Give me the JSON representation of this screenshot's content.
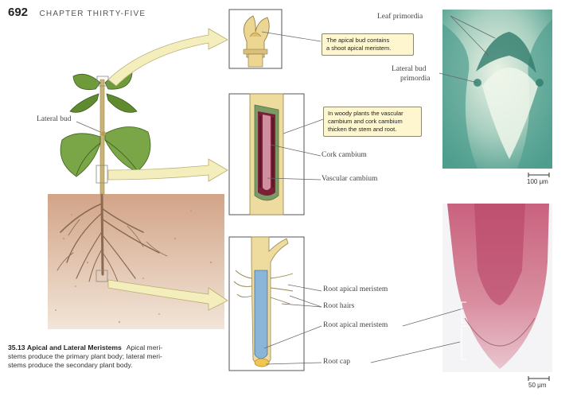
{
  "header": {
    "page_number": "692",
    "chapter": "CHAPTER THIRTY-FIVE"
  },
  "labels": {
    "lateral_bud": "Lateral bud",
    "leaf_primordia": "Leaf primordia",
    "lateral_bud_primordia_1": "Lateral bud",
    "lateral_bud_primordia_2": "primordia",
    "cork_cambium": "Cork cambium",
    "vascular_cambium": "Vascular cambium",
    "root_apical_meristem_top": "Root apical meristem",
    "root_hairs": "Root hairs",
    "root_apical_meristem_mid": "Root apical meristem",
    "root_cap": "Root cap"
  },
  "callouts": {
    "apical_1": "The apical bud contains",
    "apical_2": "a shoot apical meristem.",
    "woody_1": "In woody plants the vascular",
    "woody_2": "cambium and cork cambium",
    "woody_3": "thicken the stem and root."
  },
  "scale_bars": {
    "top": "100 μm",
    "bottom": "50 μm"
  },
  "caption": {
    "figure": "35.13",
    "title": "Apical and Lateral Meristems",
    "line1": "Apical meri-",
    "line2": "stems produce the primary plant body; lateral meri-",
    "line3": "stems produce the secondary plant body."
  },
  "colors": {
    "soil": "#d9b49a",
    "leaf": "#6f9a3a",
    "stem": "#e8d49a",
    "arrow": "#f4eebc",
    "micro_top": "#5aa89a",
    "micro_bottom": "#c4607a",
    "vascular": "#7a1f35",
    "root_core": "#8ab4d8"
  }
}
